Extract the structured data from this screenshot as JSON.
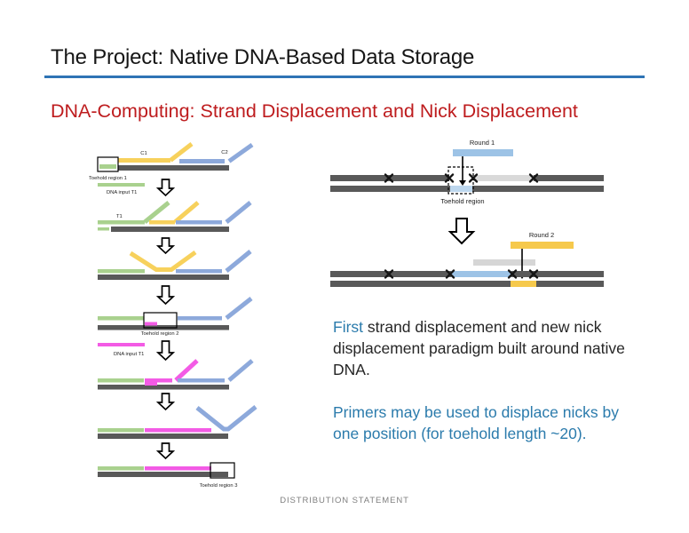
{
  "slide": {
    "title": "The Project: Native DNA-Based Data Storage",
    "subtitle": "DNA-Computing: Strand Displacement and Nick Displacement",
    "footer": "DISTRIBUTION STATEMENT"
  },
  "left_diagram": {
    "c1": "C1",
    "c2": "C2",
    "toehold_region_1": "Toehold region 1",
    "dna_input_1": "DNA input T1",
    "t1": "T1",
    "toehold_region_2": "Toehold region 2",
    "dna_input_2": "DNA input T1",
    "toehold_region_3": "Toehold region 3"
  },
  "right_diagram": {
    "round_1": "Round 1",
    "toehold_region": "Toehold region",
    "round_2": "Round 2"
  },
  "body_text": {
    "paragraph_1_lead": "First",
    "paragraph_1_rest": " strand displacement and new nick displacement paradigm built around native DNA.",
    "paragraph_2": "Primers may be used to displace nicks by one position (for toehold length ~20)."
  },
  "palette": {
    "title_rule_blue": "#2E74B5",
    "subtitle_red": "#BE1C1E",
    "accent_blue_text": "#2B7BAC",
    "strand_green": "#A9D18E",
    "strand_yellow": "#F7D15C",
    "strand_blue": "#8DA9DB",
    "strand_magenta": "#F35BE5",
    "strand_dark_gray": "#595959",
    "strand_light_gray": "#D9D9D9",
    "toehold_light_blue": "#BDD7EE",
    "round1_bar_blue": "#9DC3E6",
    "round2_bar_yellow": "#F6C94C",
    "footer_gray": "#7F7F7F"
  }
}
